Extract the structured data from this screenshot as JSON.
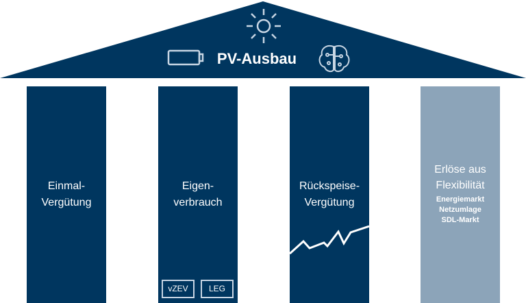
{
  "roof": {
    "title": "PV-Ausbau",
    "icons": [
      "sun-icon",
      "battery-icon",
      "brain-circuit-icon"
    ]
  },
  "pillars": [
    {
      "line1": "Einmal-",
      "line2": "Vergütung"
    },
    {
      "line1": "Eigen-",
      "line2": "verbrauch",
      "tags": [
        "vZEV",
        "LEG"
      ]
    },
    {
      "line1": "Rückspeise-",
      "line2": "Vergütung"
    },
    {
      "line1": "Erlöse aus",
      "line2": "Flexibilität",
      "items": [
        "Energiemarkt",
        "Netzumlage",
        "SDL-Markt"
      ]
    }
  ],
  "colors": {
    "dark": "#00365f",
    "light": "#8ca4b9",
    "icon": "#c8d6e4"
  }
}
